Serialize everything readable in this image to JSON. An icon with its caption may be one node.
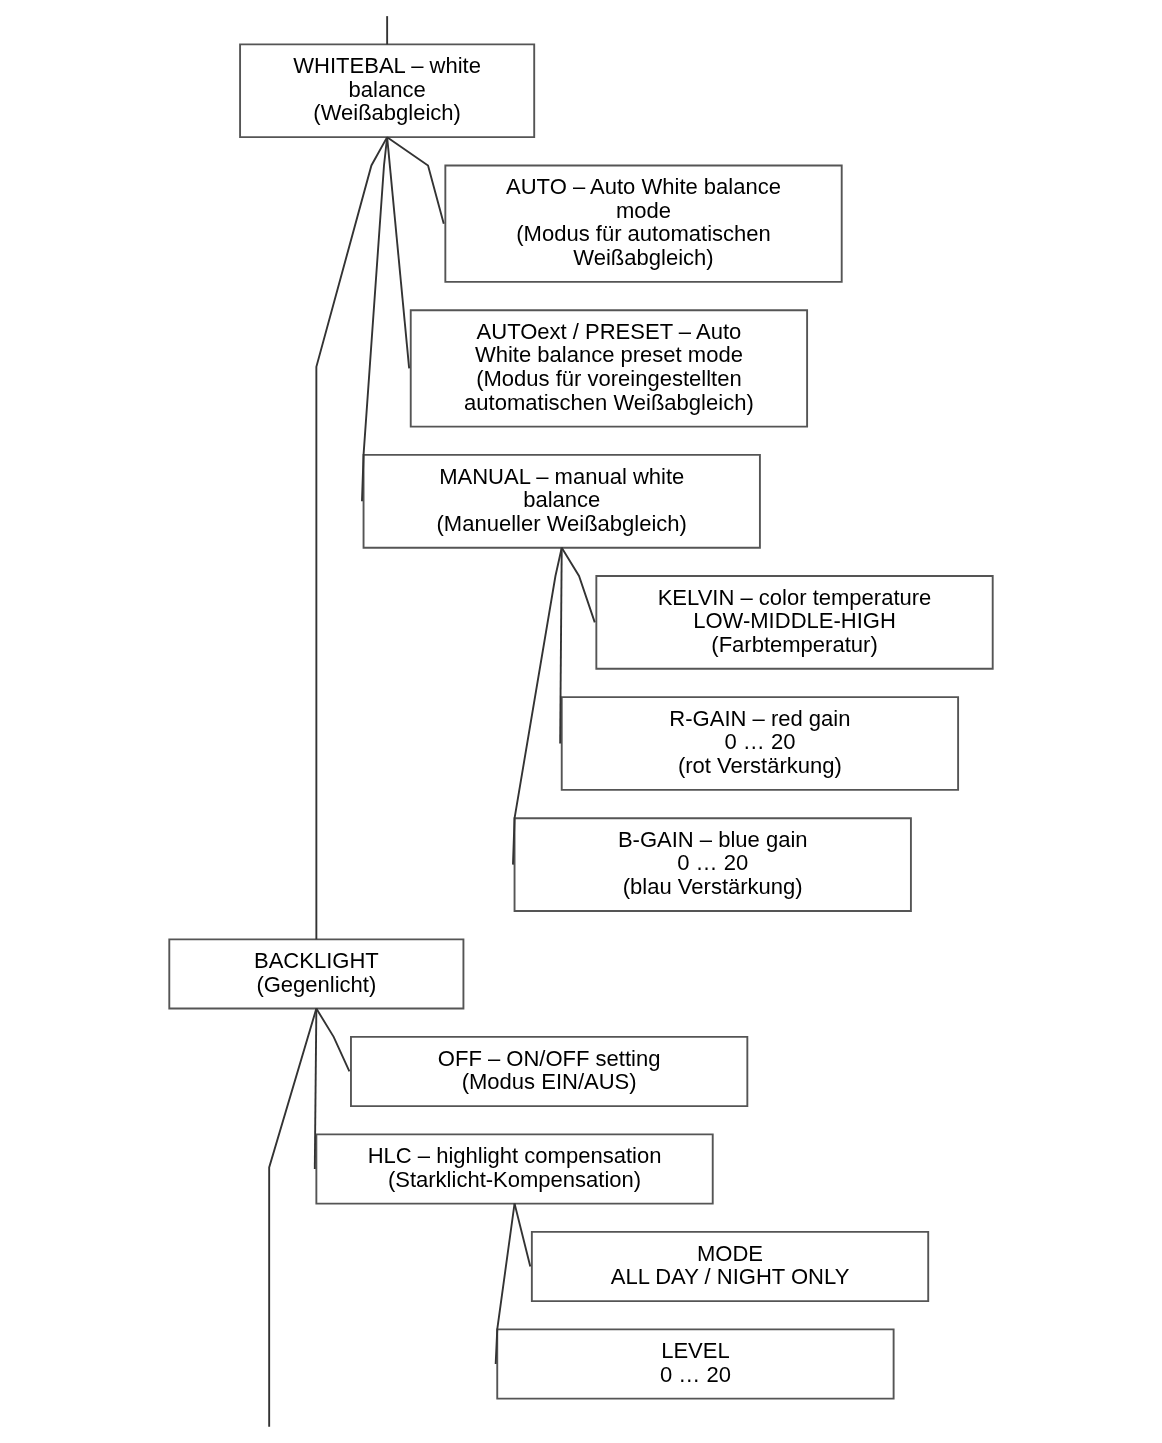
{
  "diagram": {
    "nodes": [
      {
        "text": [
          "WHITEBAL – white balance",
          "(Weißabgleich)"
        ]
      },
      {
        "text": [
          "AUTO – Auto White balance mode",
          "(Modus für automatischen Weißabgleich)"
        ]
      },
      {
        "text": [
          "AUTOext / PRESET – Auto White balance preset mode",
          "(Modus für voreingestellten automatischen Weißabgleich)"
        ]
      },
      {
        "text": [
          "MANUAL – manual white balance",
          "(Manueller Weißabgleich)"
        ]
      },
      {
        "text": [
          "KELVIN – color temperature",
          "LOW-MIDDLE-HIGH",
          "(Farbtemperatur)"
        ]
      },
      {
        "text": [
          "R-GAIN – red gain",
          "0 … 20",
          "(rot Verstärkung)"
        ]
      },
      {
        "text": [
          "B-GAIN – blue gain",
          "0 … 20",
          "(blau Verstärkung)"
        ]
      },
      {
        "text": [
          "BACKLIGHT",
          "(Gegenlicht)"
        ]
      },
      {
        "text": [
          "OFF – ON/OFF setting",
          "(Modus EIN/AUS)"
        ]
      },
      {
        "text": [
          "HLC – highlight compensation",
          "(Starklicht-Kompensation)"
        ]
      },
      {
        "text": [
          "MODE",
          "ALL DAY / NIGHT ONLY"
        ]
      },
      {
        "text": [
          "LEVEL",
          "0 … 20"
        ]
      }
    ],
    "edges": [
      {
        "from": null,
        "to": 0,
        "arrow": "none"
      },
      {
        "from": 0,
        "to": 1,
        "arrow": "none"
      },
      {
        "from": 0,
        "to": 2,
        "arrow": "none"
      },
      {
        "from": 0,
        "to": 3,
        "arrow": "none"
      },
      {
        "from": 3,
        "to": 4,
        "arrow": "none"
      },
      {
        "from": 3,
        "to": 5,
        "arrow": "none"
      },
      {
        "from": 3,
        "to": 6,
        "arrow": "none"
      },
      {
        "from": 0,
        "to": 7,
        "arrow": "none"
      },
      {
        "from": 7,
        "to": 8,
        "arrow": "none"
      },
      {
        "from": 7,
        "to": 9,
        "arrow": "none"
      },
      {
        "from": 9,
        "to": 10,
        "arrow": "none"
      },
      {
        "from": 9,
        "to": 11,
        "arrow": "none"
      },
      {
        "from": 7,
        "to": null,
        "arrow": "none"
      }
    ]
  }
}
